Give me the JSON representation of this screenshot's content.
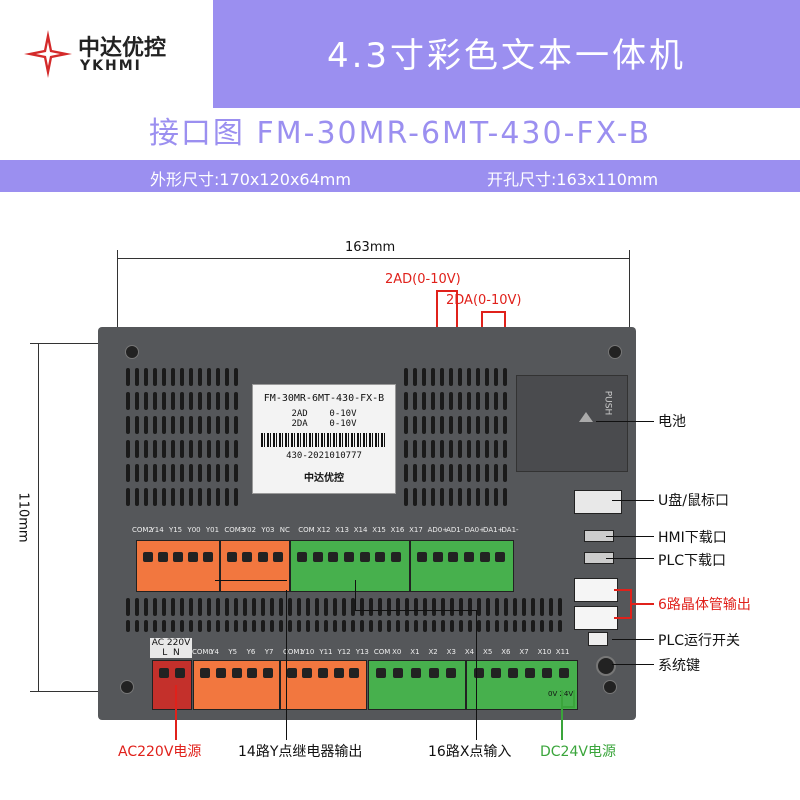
{
  "header": {
    "logo_cn": "中达优控",
    "logo_en": "YKHMI",
    "title": "4.3寸彩色文本一体机"
  },
  "subtitle": "接口图 FM-30MR-6MT-430-FX-B",
  "dimensions": {
    "outer": "外形尺寸:170x120x64mm",
    "cutout": "开孔尺寸:163x110mm",
    "width_label": "163mm",
    "height_label": "110mm"
  },
  "analog": {
    "ad": "2AD(0-10V)",
    "da": "2DA(0-10V)"
  },
  "label_card": {
    "model": "FM-30MR-6MT-430-FX-B",
    "line1_key": "2AD",
    "line1_val": "0-10V",
    "line2_key": "2DA",
    "line2_val": "0-10V",
    "serial": "430-2021010777",
    "brand": "中达优控"
  },
  "battery_text": "PUSH",
  "top_terminal_labels": [
    "COM2",
    "Y14",
    "Y15",
    "Y00",
    "Y01",
    "COM3",
    "Y02",
    "Y03",
    "NC",
    "COM",
    "X12",
    "X13",
    "X14",
    "X15",
    "X16",
    "X17",
    "AD0+",
    "AD1-",
    "DA0+",
    "DA1+",
    "DA1-"
  ],
  "bottom_terminal_labels": [
    "COM0",
    "Y4",
    "Y5",
    "Y6",
    "Y7",
    "COM1",
    "Y10",
    "Y11",
    "Y12",
    "Y13",
    "COM",
    "X0",
    "X1",
    "X2",
    "X3",
    "X4",
    "X5",
    "X6",
    "X7",
    "X10",
    "X11"
  ],
  "power_block": {
    "title": "AC 220V",
    "l": "L",
    "n": "N"
  },
  "dc_label": "0V 24V",
  "callouts": {
    "battery": "电池",
    "usb": "U盘/鼠标口",
    "hmi_dl": "HMI下载口",
    "plc_dl": "PLC下载口",
    "transistor": "6路晶体管输出",
    "plc_switch": "PLC运行开关",
    "sys_key": "系统键",
    "ac_power": "AC220V电源",
    "relay_out": "14路Y点继电器输出",
    "x_in": "16路X点输入",
    "dc_power": "DC24V电源"
  },
  "colors": {
    "accent": "#9b8ff0",
    "terminal_orange": "#f2773f",
    "terminal_green": "#47b04d",
    "power_red": "#c4302b",
    "callout_red": "#e0211b",
    "callout_green": "#3aa53b"
  }
}
